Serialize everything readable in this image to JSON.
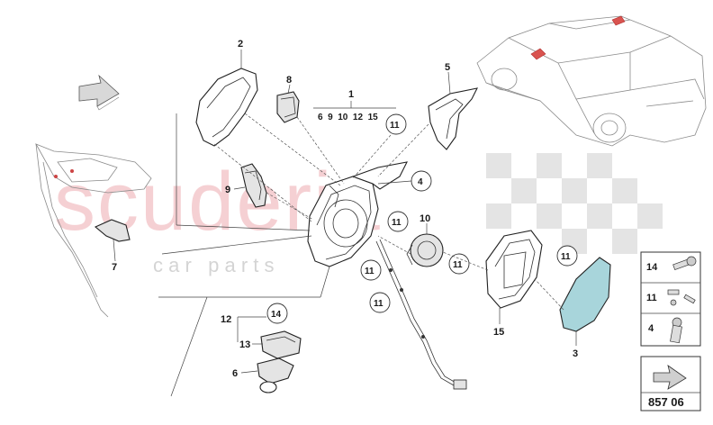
{
  "watermark": {
    "brand": "scuderia",
    "subtitle": "c a r   p a r t s"
  },
  "callouts": {
    "c1": "1",
    "c1_sub": "6  9  10  12  15",
    "c2": "2",
    "c3": "3",
    "c4": "4",
    "c5": "5",
    "c6": "6",
    "c7": "7",
    "c8": "8",
    "c9": "9",
    "c10": "10",
    "c11": "11",
    "c12": "12",
    "c13": "13",
    "c14": "14",
    "c15": "15"
  },
  "legend": {
    "rows": [
      {
        "number": "14"
      },
      {
        "number": "11"
      },
      {
        "number": "4"
      }
    ]
  },
  "diagram_code": "857 06",
  "colors": {
    "watermark_red": "#e27880",
    "glass_fill": "#a8d5db",
    "accent_red": "#d9534f"
  }
}
